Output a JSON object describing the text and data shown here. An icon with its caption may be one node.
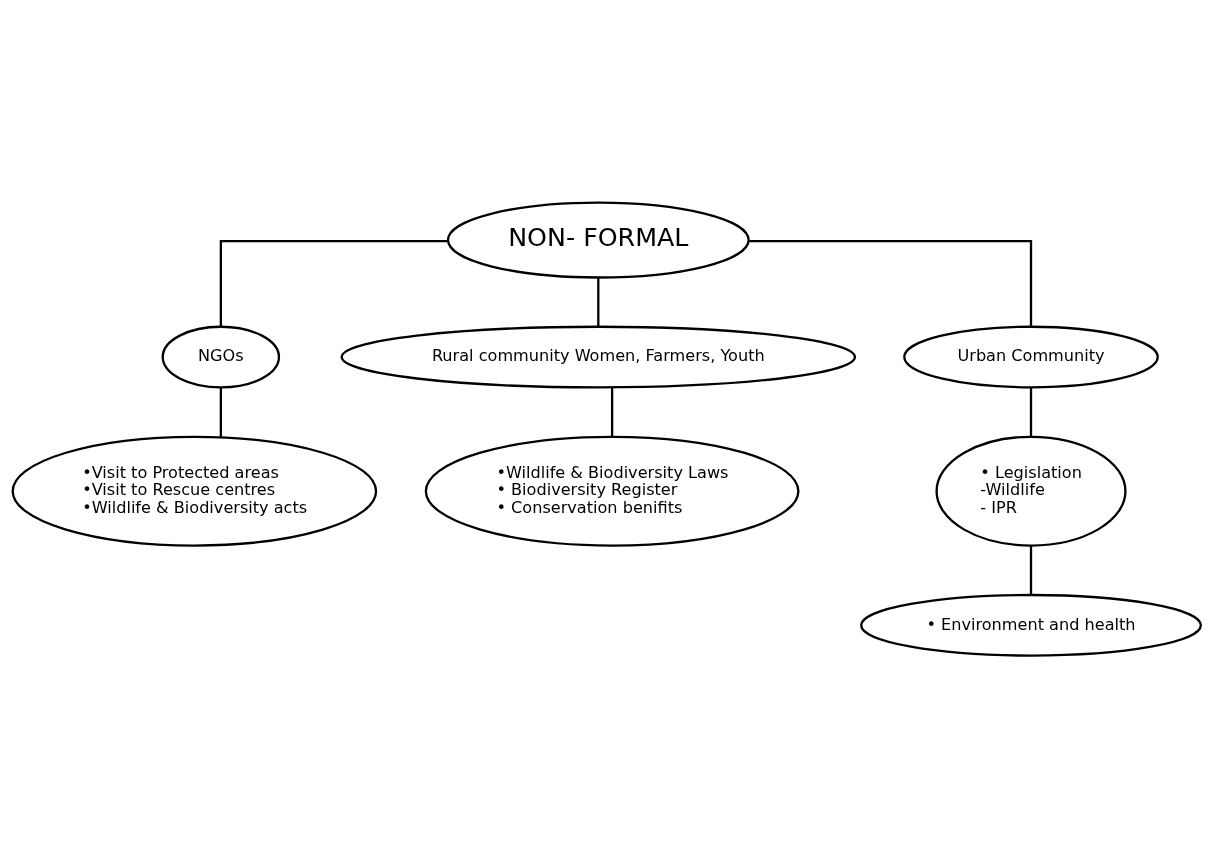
{
  "diagram": {
    "nodes": [
      {
        "text": [
          "NON- FORMAL"
        ]
      },
      {
        "text": [
          "NGOs"
        ]
      },
      {
        "text": [
          "Rural community Women, Farmers, Youth"
        ]
      },
      {
        "text": [
          "Urban Community"
        ]
      },
      {
        "text": [
          "•Visit to Protected areas",
          "•Visit to Rescue centres",
          "•Wildlife & Biodiversity acts"
        ]
      },
      {
        "text": [
          "•Wildlife & Biodiversity Laws",
          "• Biodiversity Register",
          "• Conservation benifits"
        ]
      },
      {
        "text": [
          "• Legislation",
          "-Wildlife",
          "- IPR"
        ]
      },
      {
        "text": [
          "• Environment and health"
        ]
      }
    ],
    "edges": [
      {
        "from": 0,
        "to": 1,
        "arrow": "none"
      },
      {
        "from": 0,
        "to": 2,
        "arrow": "none"
      },
      {
        "from": 0,
        "to": 3,
        "arrow": "none"
      },
      {
        "from": 1,
        "to": 4,
        "arrow": "none"
      },
      {
        "from": 2,
        "to": 5,
        "arrow": "none"
      },
      {
        "from": 3,
        "to": 6,
        "arrow": "none"
      },
      {
        "from": 6,
        "to": 7,
        "arrow": "none"
      }
    ]
  }
}
